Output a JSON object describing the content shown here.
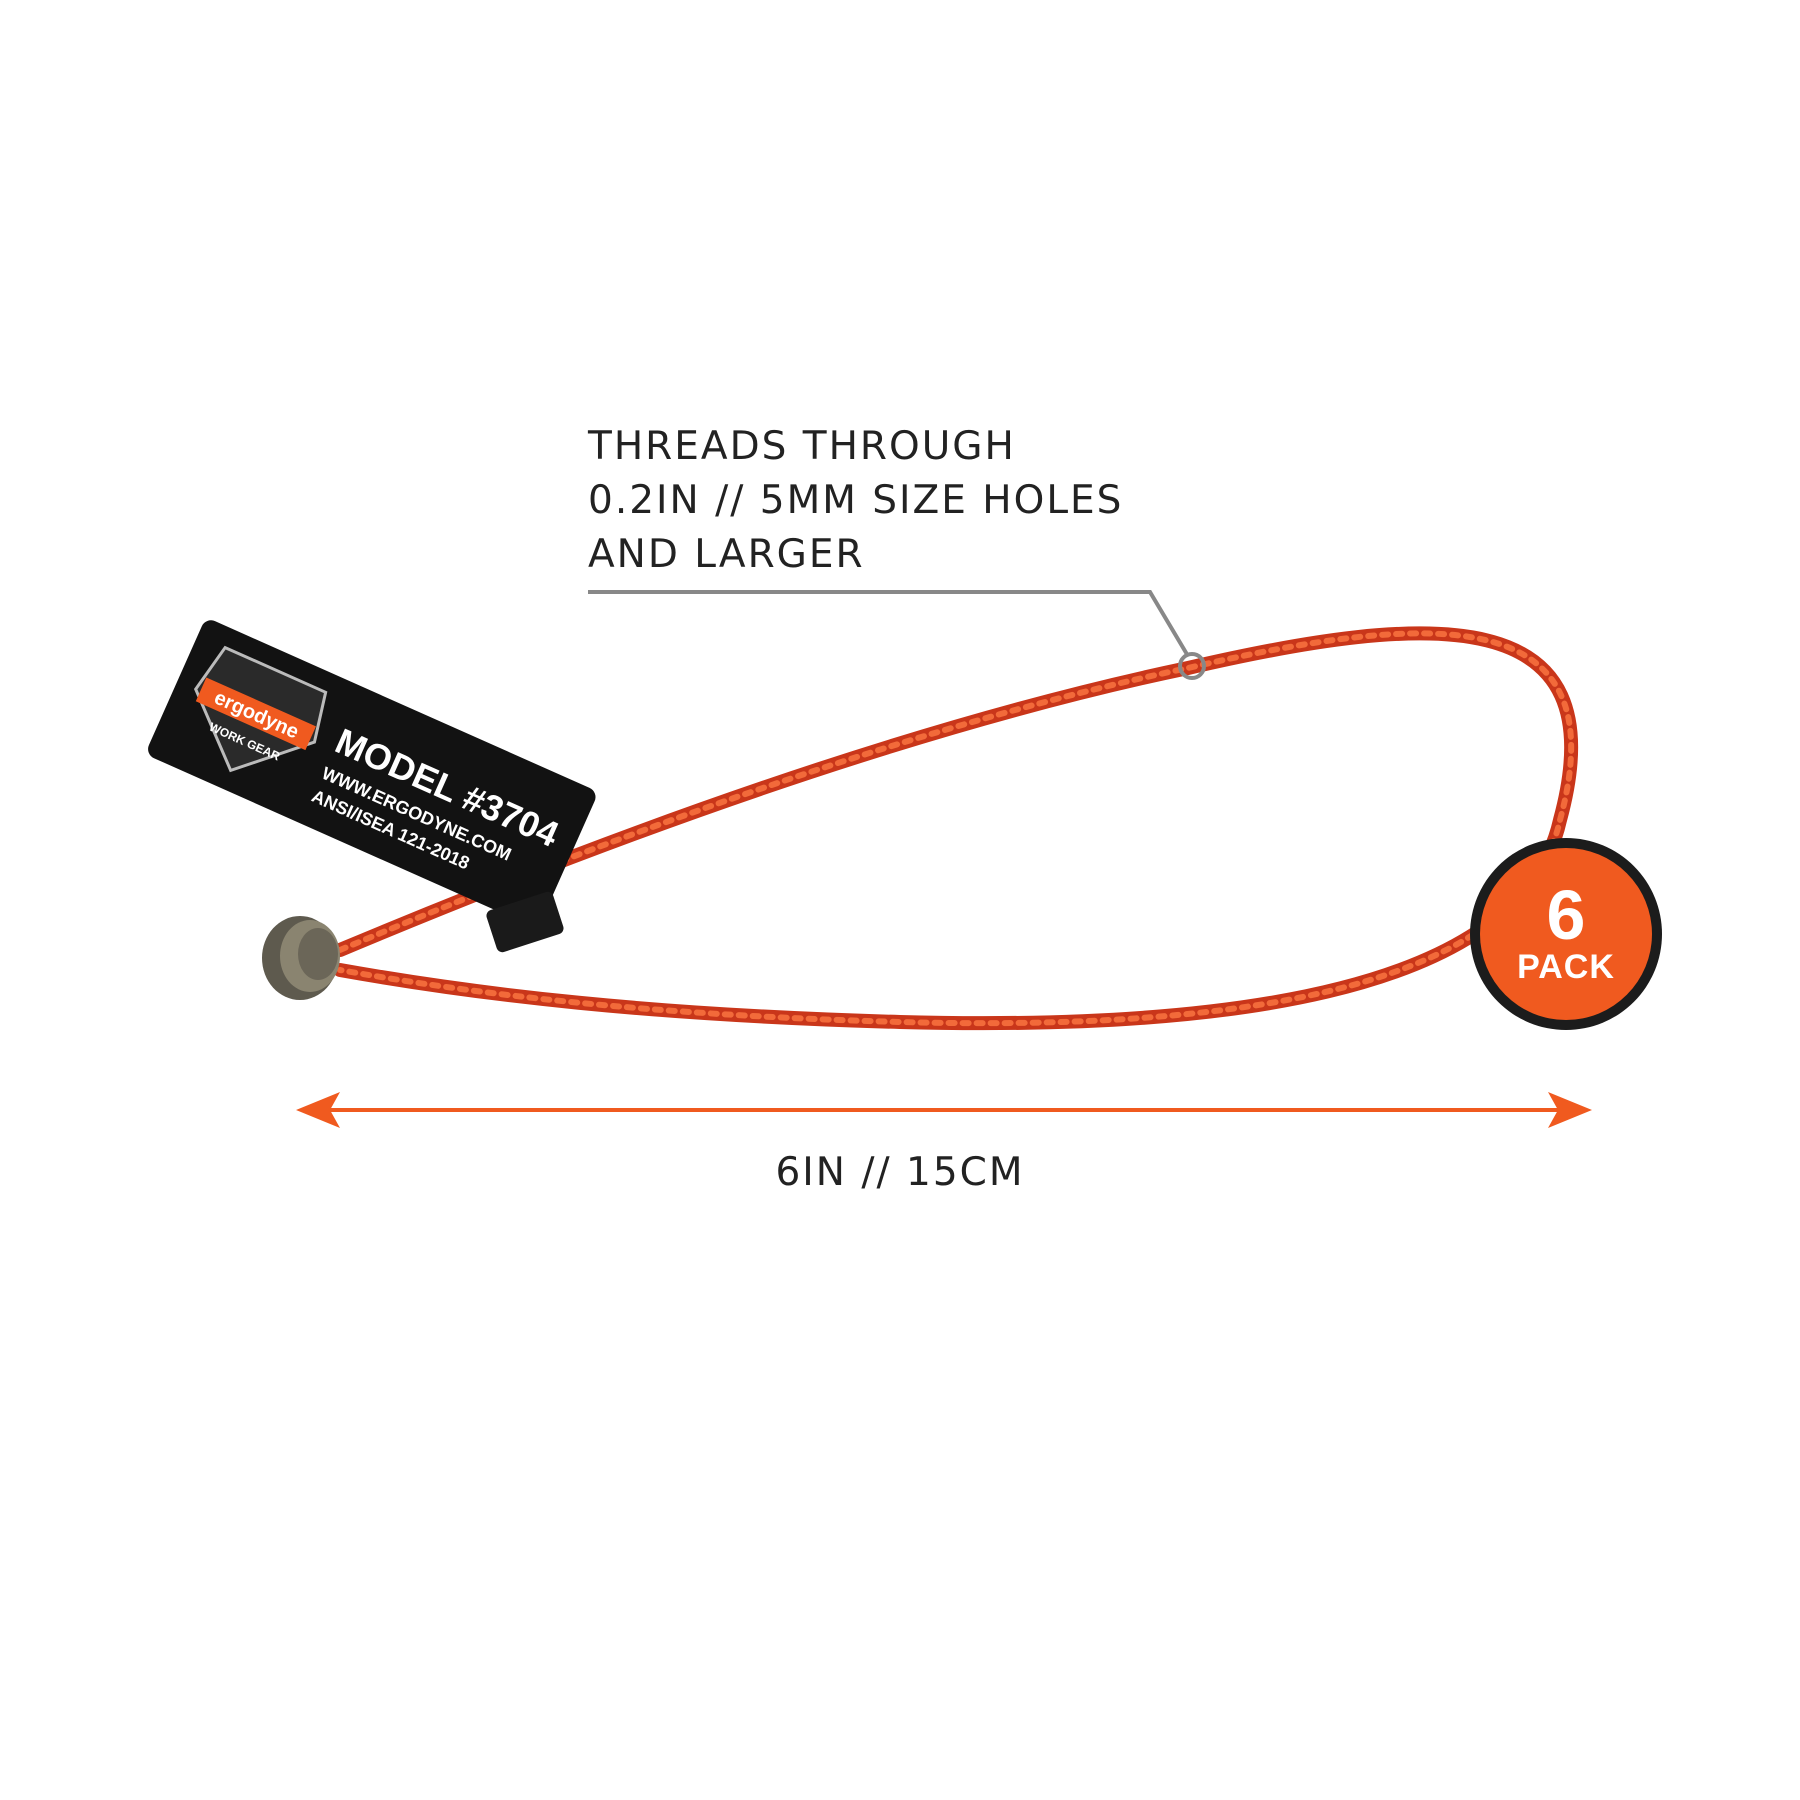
{
  "callout": {
    "lines": [
      "THREADS THROUGH",
      "0.2IN // 5MM SIZE HOLES",
      "AND LARGER"
    ]
  },
  "dimension": {
    "label": "6IN // 15CM"
  },
  "badge": {
    "number": "6",
    "word": "PACK"
  },
  "tag": {
    "brand": "ergodyne",
    "brand_sub": "WORK GEAR",
    "model": "MODEL #3704",
    "website": "WWW.ERGODYNE.COM",
    "standard": "ANSI/ISEA 121-2018"
  },
  "colors": {
    "accent": "#f05a1f",
    "cord": "#e8461e",
    "callout_line": "#888888",
    "tag": "#121212",
    "text": "#222222"
  },
  "icons": {
    "dimension_arrow": "double-headed-arrow-icon",
    "callout_marker": "circle-marker-icon",
    "end_cap": "metal-end-cap-icon"
  }
}
